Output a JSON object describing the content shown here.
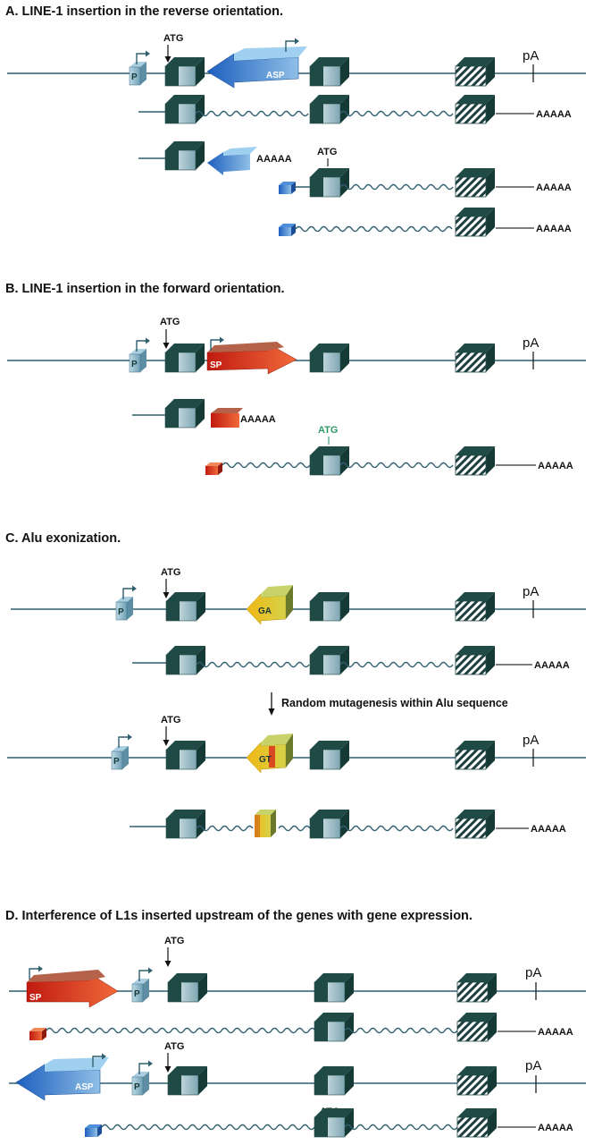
{
  "sections": {
    "A": {
      "title": "A. LINE-1 insertion in the reverse orientation."
    },
    "B": {
      "title": "B. LINE-1 insertion in the forward orientation."
    },
    "C": {
      "title": "C. Alu exonization."
    },
    "D": {
      "title": "D. Interference of L1s inserted upstream of the genes with gene expression."
    }
  },
  "labels": {
    "atg": "ATG",
    "pa": "pA",
    "polya": "AAAAA",
    "promoter": "P",
    "asp": "ASP",
    "sp": "SP",
    "ga": "GA",
    "gt": "GT",
    "mutagenesis": "Random mutagenesis within Alu sequence"
  },
  "colors": {
    "exon_dark": "#1f4a45",
    "exon_light": "#cfe4ea",
    "line": "#2f5f6f",
    "asp_blue": "#2a73c8",
    "sp_red": "#d8321e",
    "alu_yellow": "#e8c52a",
    "atg_green": "#2e9a6a"
  }
}
